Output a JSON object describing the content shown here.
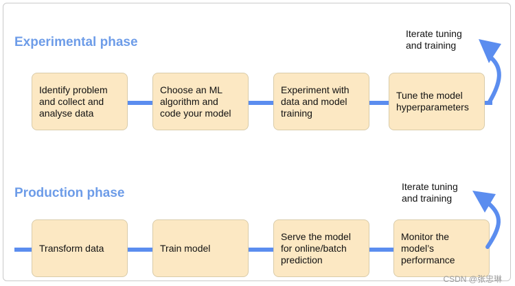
{
  "experimental": {
    "title": "Experimental phase",
    "steps": [
      "Identify problem\nand collect and\nanalyse data",
      "Choose an ML\nalgorithm and\ncode your model",
      "Experiment with\ndata and model\ntraining",
      "Tune the model\nhyperparameters"
    ],
    "loop_label": "Iterate tuning\nand training"
  },
  "production": {
    "title": "Production phase",
    "steps": [
      "Transform data",
      "Train model",
      "Serve the model\nfor online/batch\nprediction",
      "Monitor the\nmodel’s\nperformance"
    ],
    "loop_label": "Iterate tuning\nand training"
  },
  "colors": {
    "title": "#6d9ce8",
    "connector": "#5b8def",
    "box_fill": "#fce8c3"
  },
  "watermark": "CSDN @张忠琳"
}
